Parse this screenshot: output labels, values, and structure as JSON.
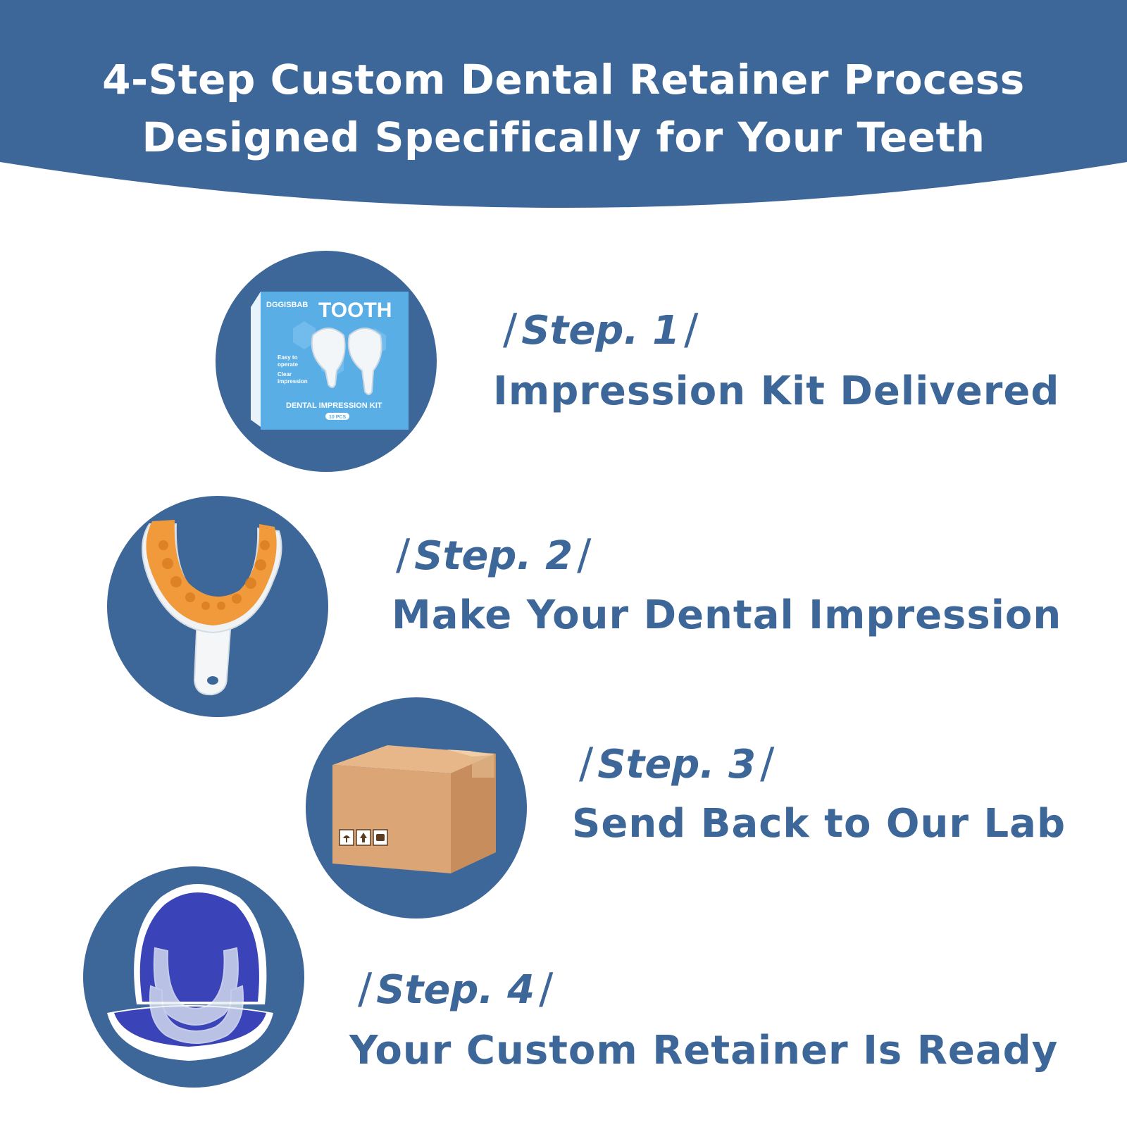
{
  "header": {
    "line1": "4-Step Custom Dental Retainer Process",
    "line2": "Designed Specifically for Your Teeth"
  },
  "colors": {
    "primary": "#3d6699",
    "background": "#ffffff",
    "header_text": "#ffffff"
  },
  "steps": [
    {
      "label": "Step. 1",
      "title": "Impression Kit Delivered",
      "image": "impression-kit-box"
    },
    {
      "label": "Step. 2",
      "title": "Make Your Dental Impression",
      "image": "dental-impression-tray"
    },
    {
      "label": "Step. 3",
      "title": "Send Back to Our Lab",
      "image": "shipping-box"
    },
    {
      "label": "Step. 4",
      "title": "Your Custom Retainer Is Ready",
      "image": "retainer-case"
    }
  ],
  "kit_box": {
    "brand": "DGGISBAB",
    "title": "TOOTH",
    "feature1a": "Easy to",
    "feature1b": "operate",
    "feature2a": "Clear",
    "feature2b": "impression",
    "name": "DENTAL IMPRESSION KIT",
    "count": "10 PCS"
  }
}
